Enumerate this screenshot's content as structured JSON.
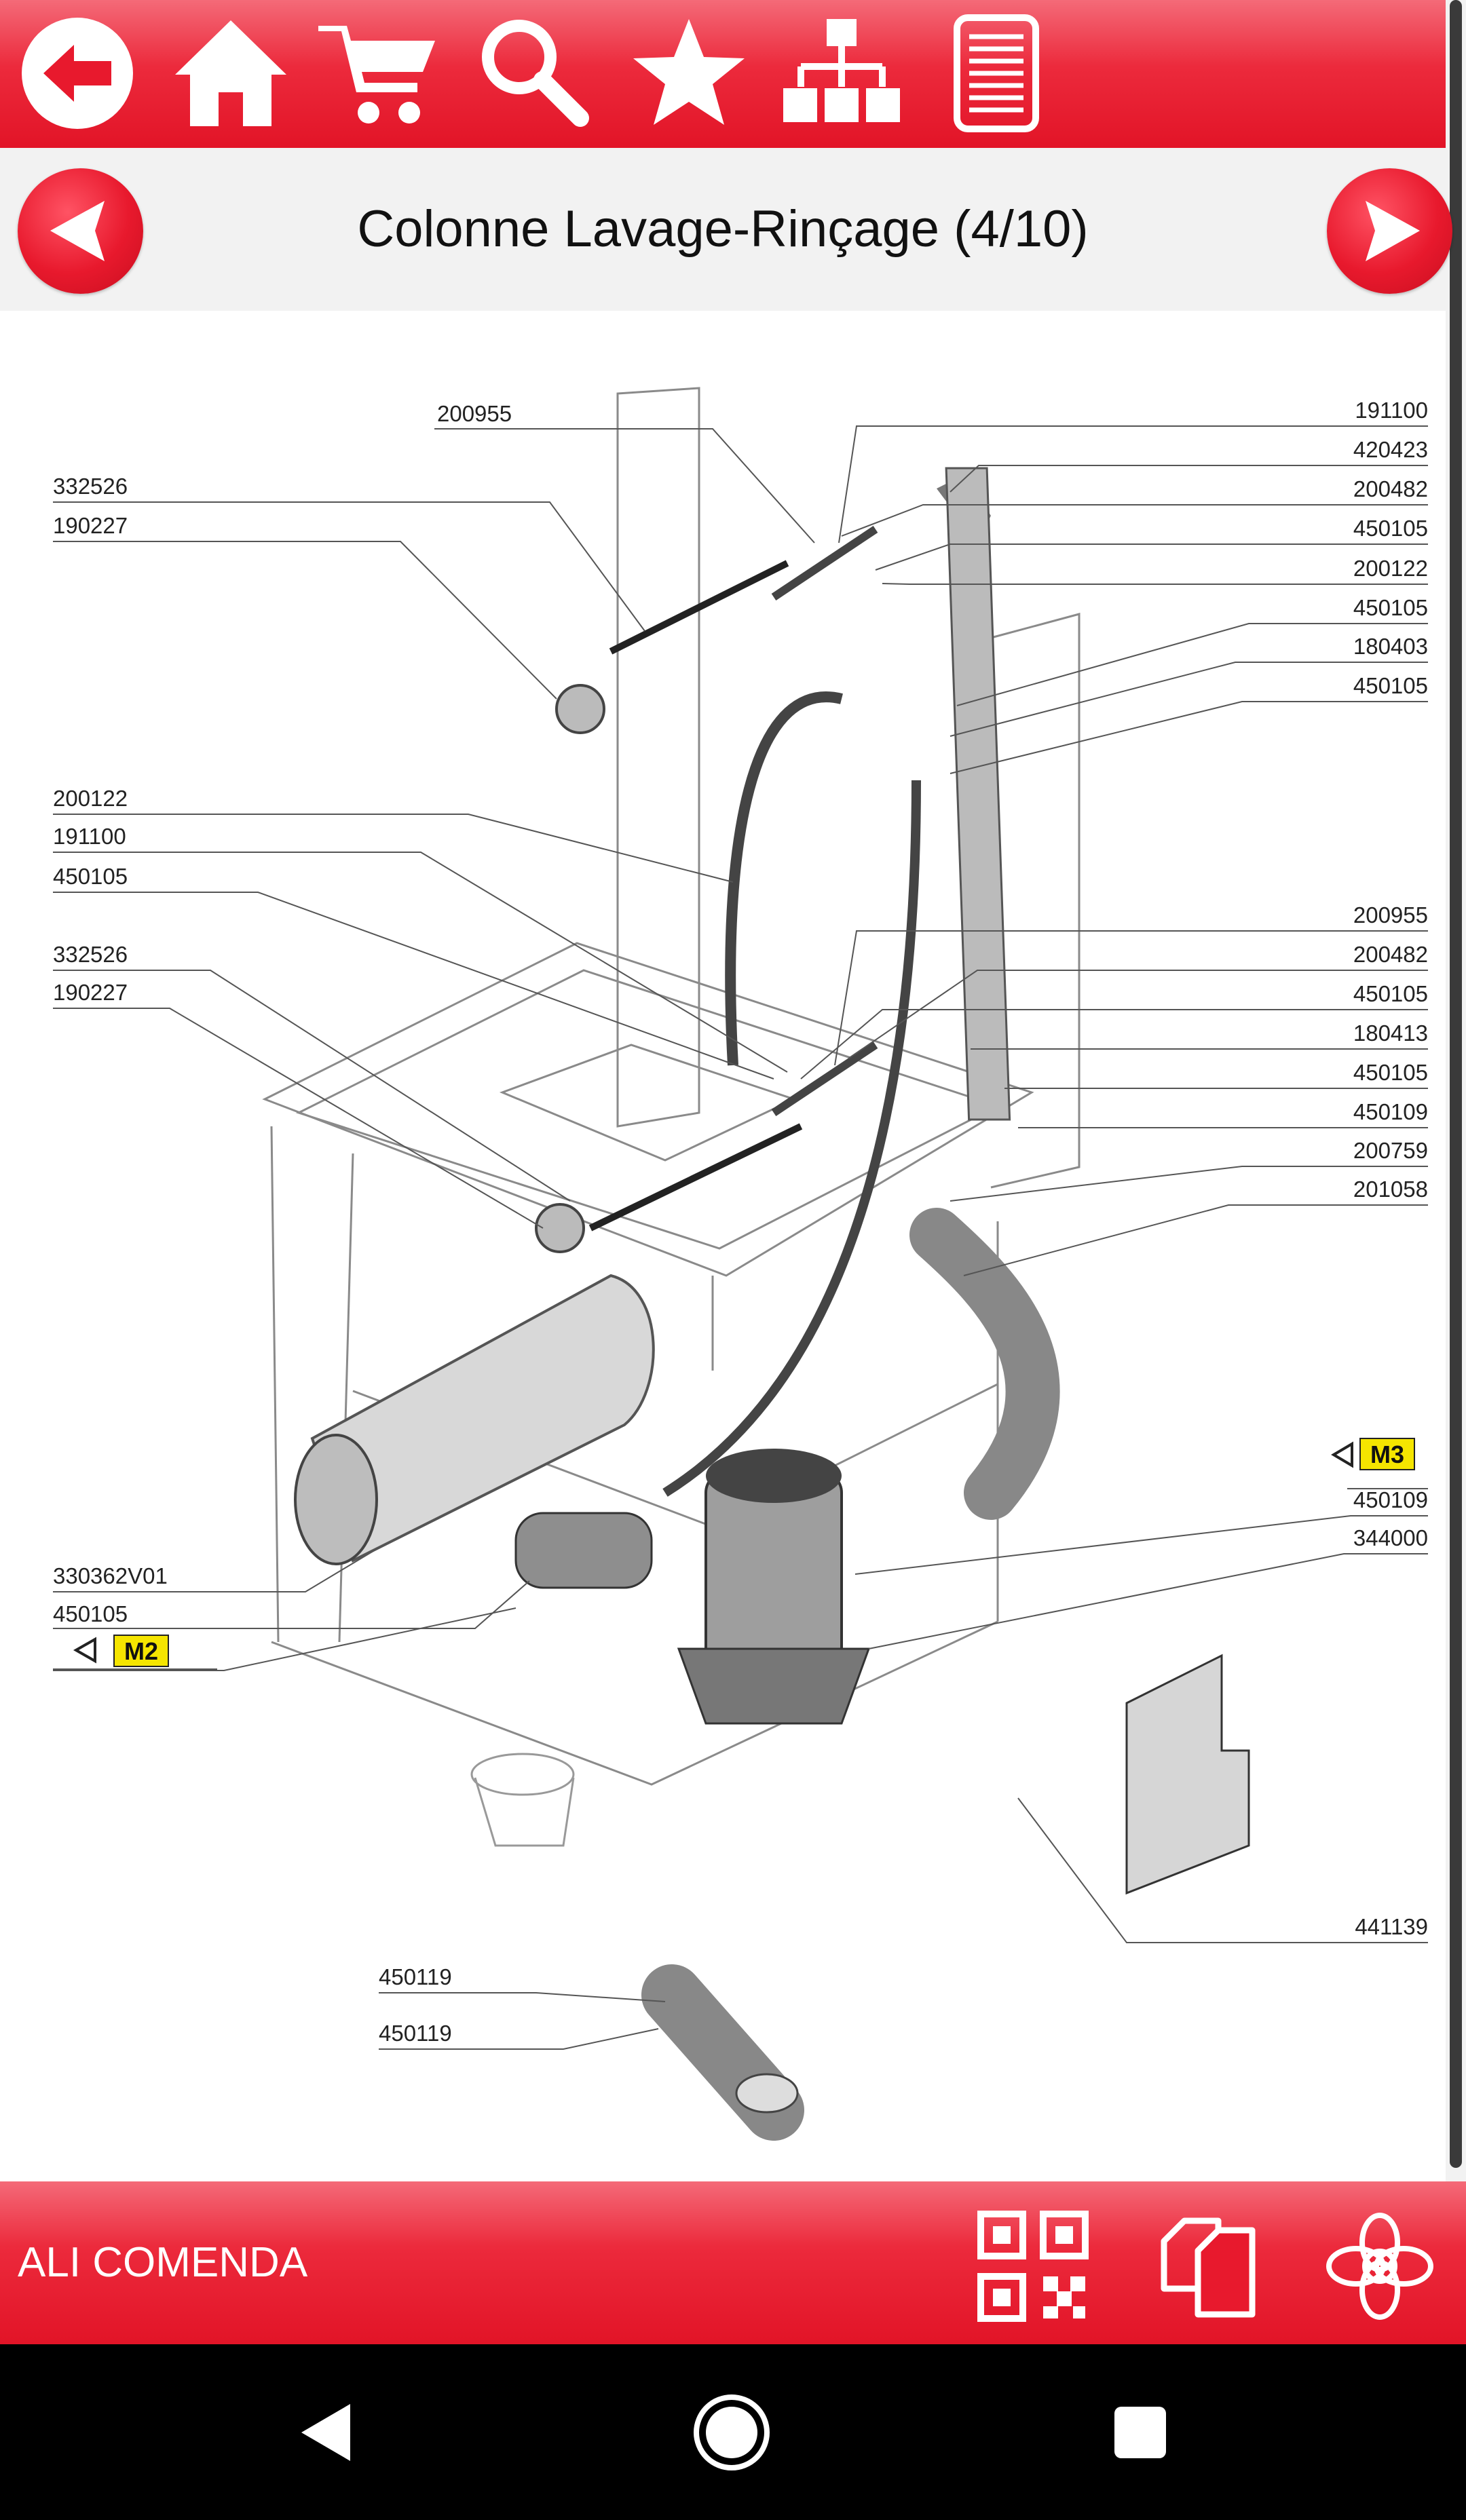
{
  "toolbar": {
    "icons": [
      "back-arrow-icon",
      "home-icon",
      "cart-icon",
      "search-icon",
      "star-icon",
      "sitemap-icon",
      "list-icon"
    ]
  },
  "page": {
    "title": "Colonne Lavage-Rinçage  (4/10)"
  },
  "diagram": {
    "labels_left": [
      "200955",
      "332526",
      "190227",
      "200122",
      "191100",
      "450105",
      "332526",
      "190227",
      "330362V01",
      "450105",
      "450119",
      "450119"
    ],
    "labels_right": [
      "191100",
      "420423",
      "200482",
      "450105",
      "200122",
      "450105",
      "180403",
      "450105",
      "200955",
      "200482",
      "450105",
      "180413",
      "450105",
      "450109",
      "200759",
      "201058",
      "450109",
      "344000",
      "441139"
    ],
    "markers": [
      "M3",
      "M2"
    ]
  },
  "bottom_bar": {
    "brand": "ALI COMENDA",
    "icons": [
      "qr-code-icon",
      "copy-pages-icon",
      "flower-logo-icon"
    ]
  },
  "colors": {
    "accent": "#e8192d",
    "toolbar_light": "#f46a78",
    "marker": "#f5e500"
  }
}
